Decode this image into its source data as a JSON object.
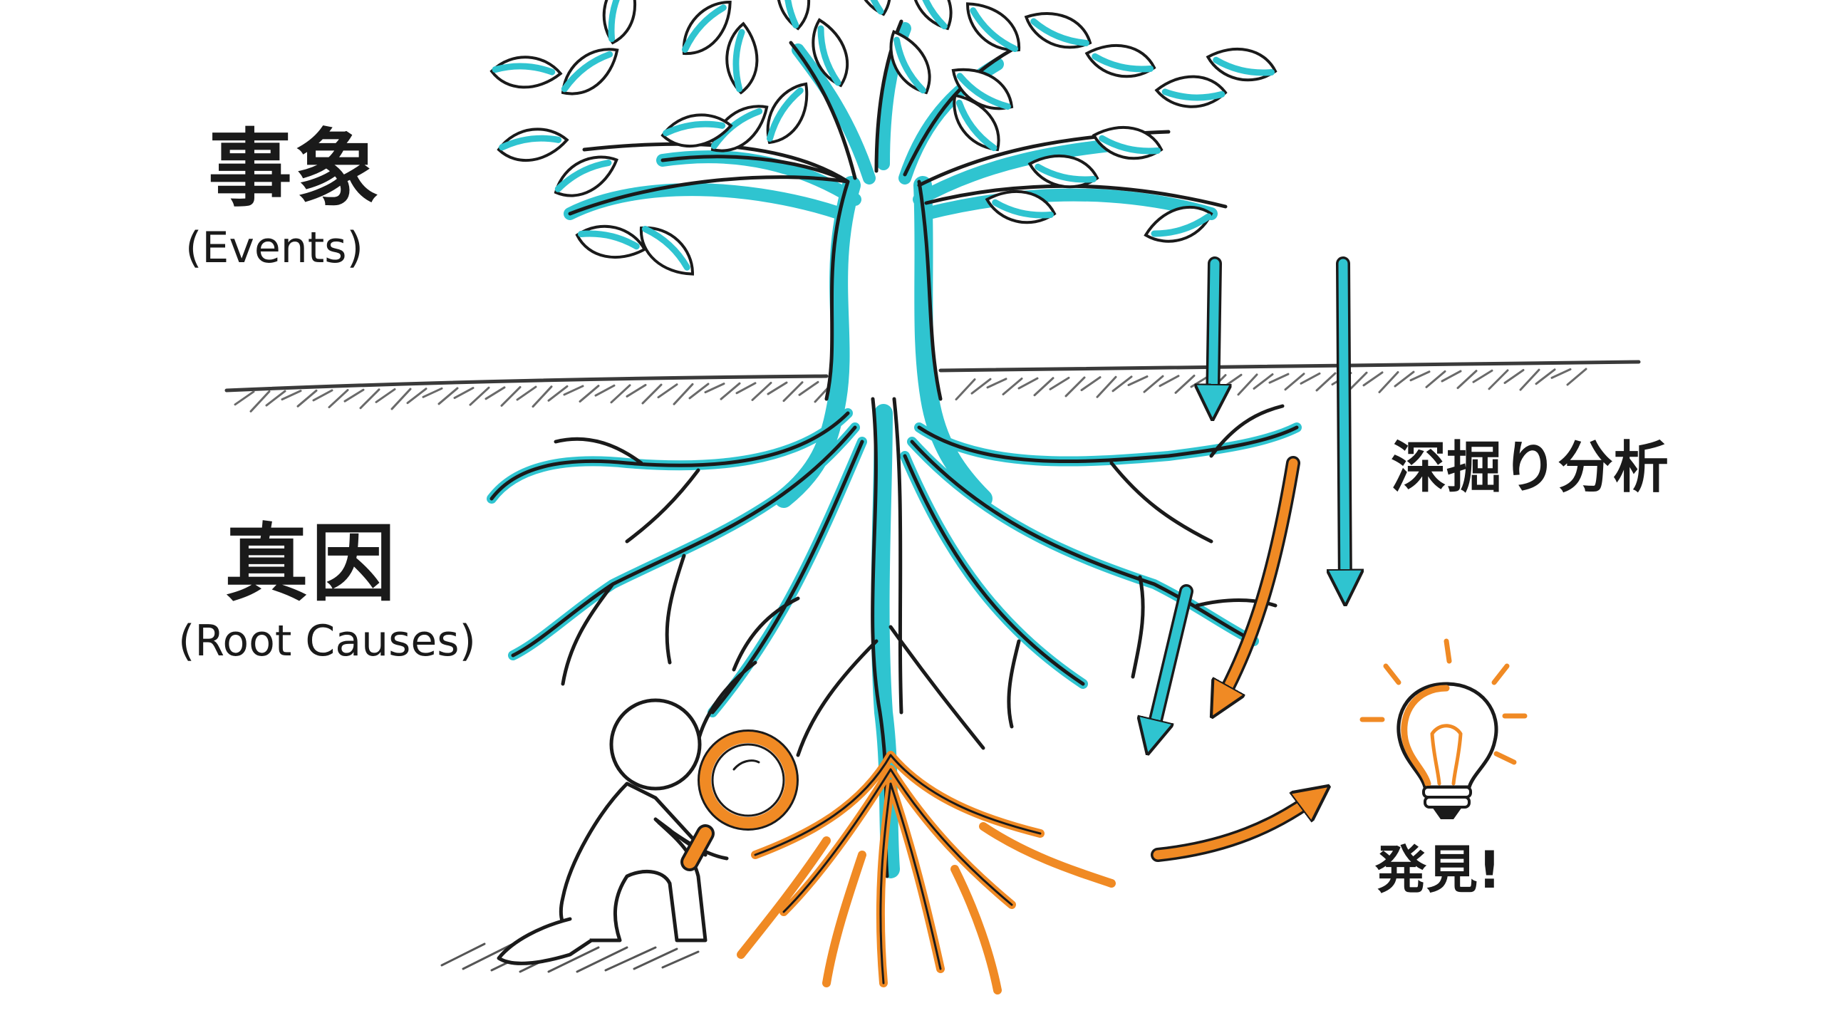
{
  "labels": {
    "events_jp": "事象",
    "events_en": "(Events)",
    "root_jp": "真因",
    "root_en": "(Root Causes)",
    "deep_dive": "深掘り分析",
    "discovery": "発見!"
  },
  "icons": [
    "tree-icon",
    "roots-icon",
    "person-icon",
    "magnifying-glass-icon",
    "light-bulb-icon",
    "arrow-down-icon",
    "arrow-right-icon"
  ],
  "colors": {
    "ink": "#1a1a1a",
    "teal": "#2fc4d0",
    "orange": "#f08a24",
    "hatch": "#6a6a6a"
  }
}
